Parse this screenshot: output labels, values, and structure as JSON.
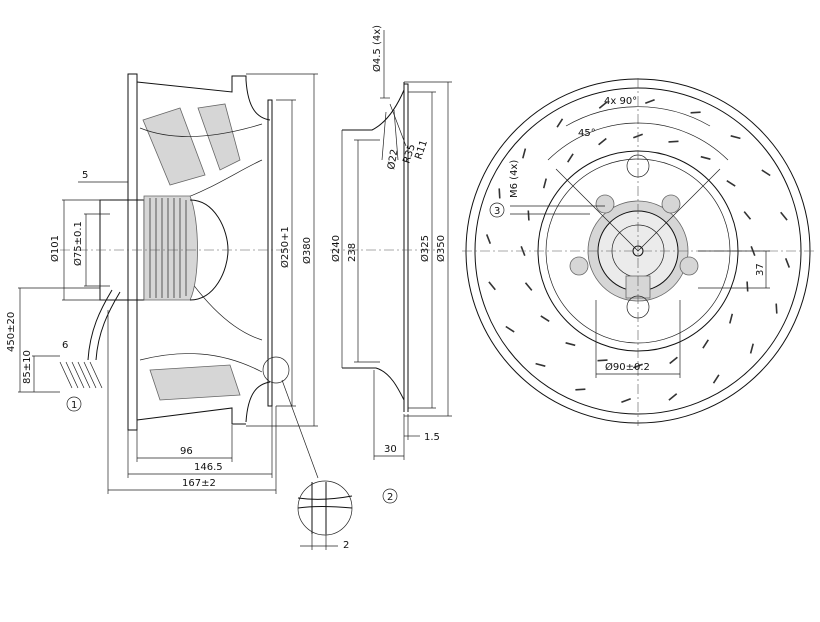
{
  "side_view": {
    "dims": {
      "d5": "5",
      "d101": "Ø101",
      "d75": "Ø75±0.1",
      "d450": "450±20",
      "d85": "85±10",
      "d6": "6",
      "d96": "96",
      "d146": "146.5",
      "d167": "167±2",
      "d250": "Ø250+1",
      "d380": "Ø380"
    },
    "marker1": "1"
  },
  "section_view": {
    "dims": {
      "d45x4": "Ø4.5 (4x)",
      "r11": "R11",
      "r35": "R35",
      "d22": "Ø22",
      "d240": "Ø240",
      "d238": "238",
      "d325": "Ø325",
      "d350": "Ø350",
      "d30": "30",
      "d15": "1.5"
    }
  },
  "detail": {
    "marker2": "2",
    "d2": "2"
  },
  "front_view": {
    "dims": {
      "ang4x90": "4x 90°",
      "ang45": "45°",
      "m6": "M6 (4x)",
      "d90": "Ø90±0.2",
      "d37": "37"
    },
    "marker3": "3"
  }
}
